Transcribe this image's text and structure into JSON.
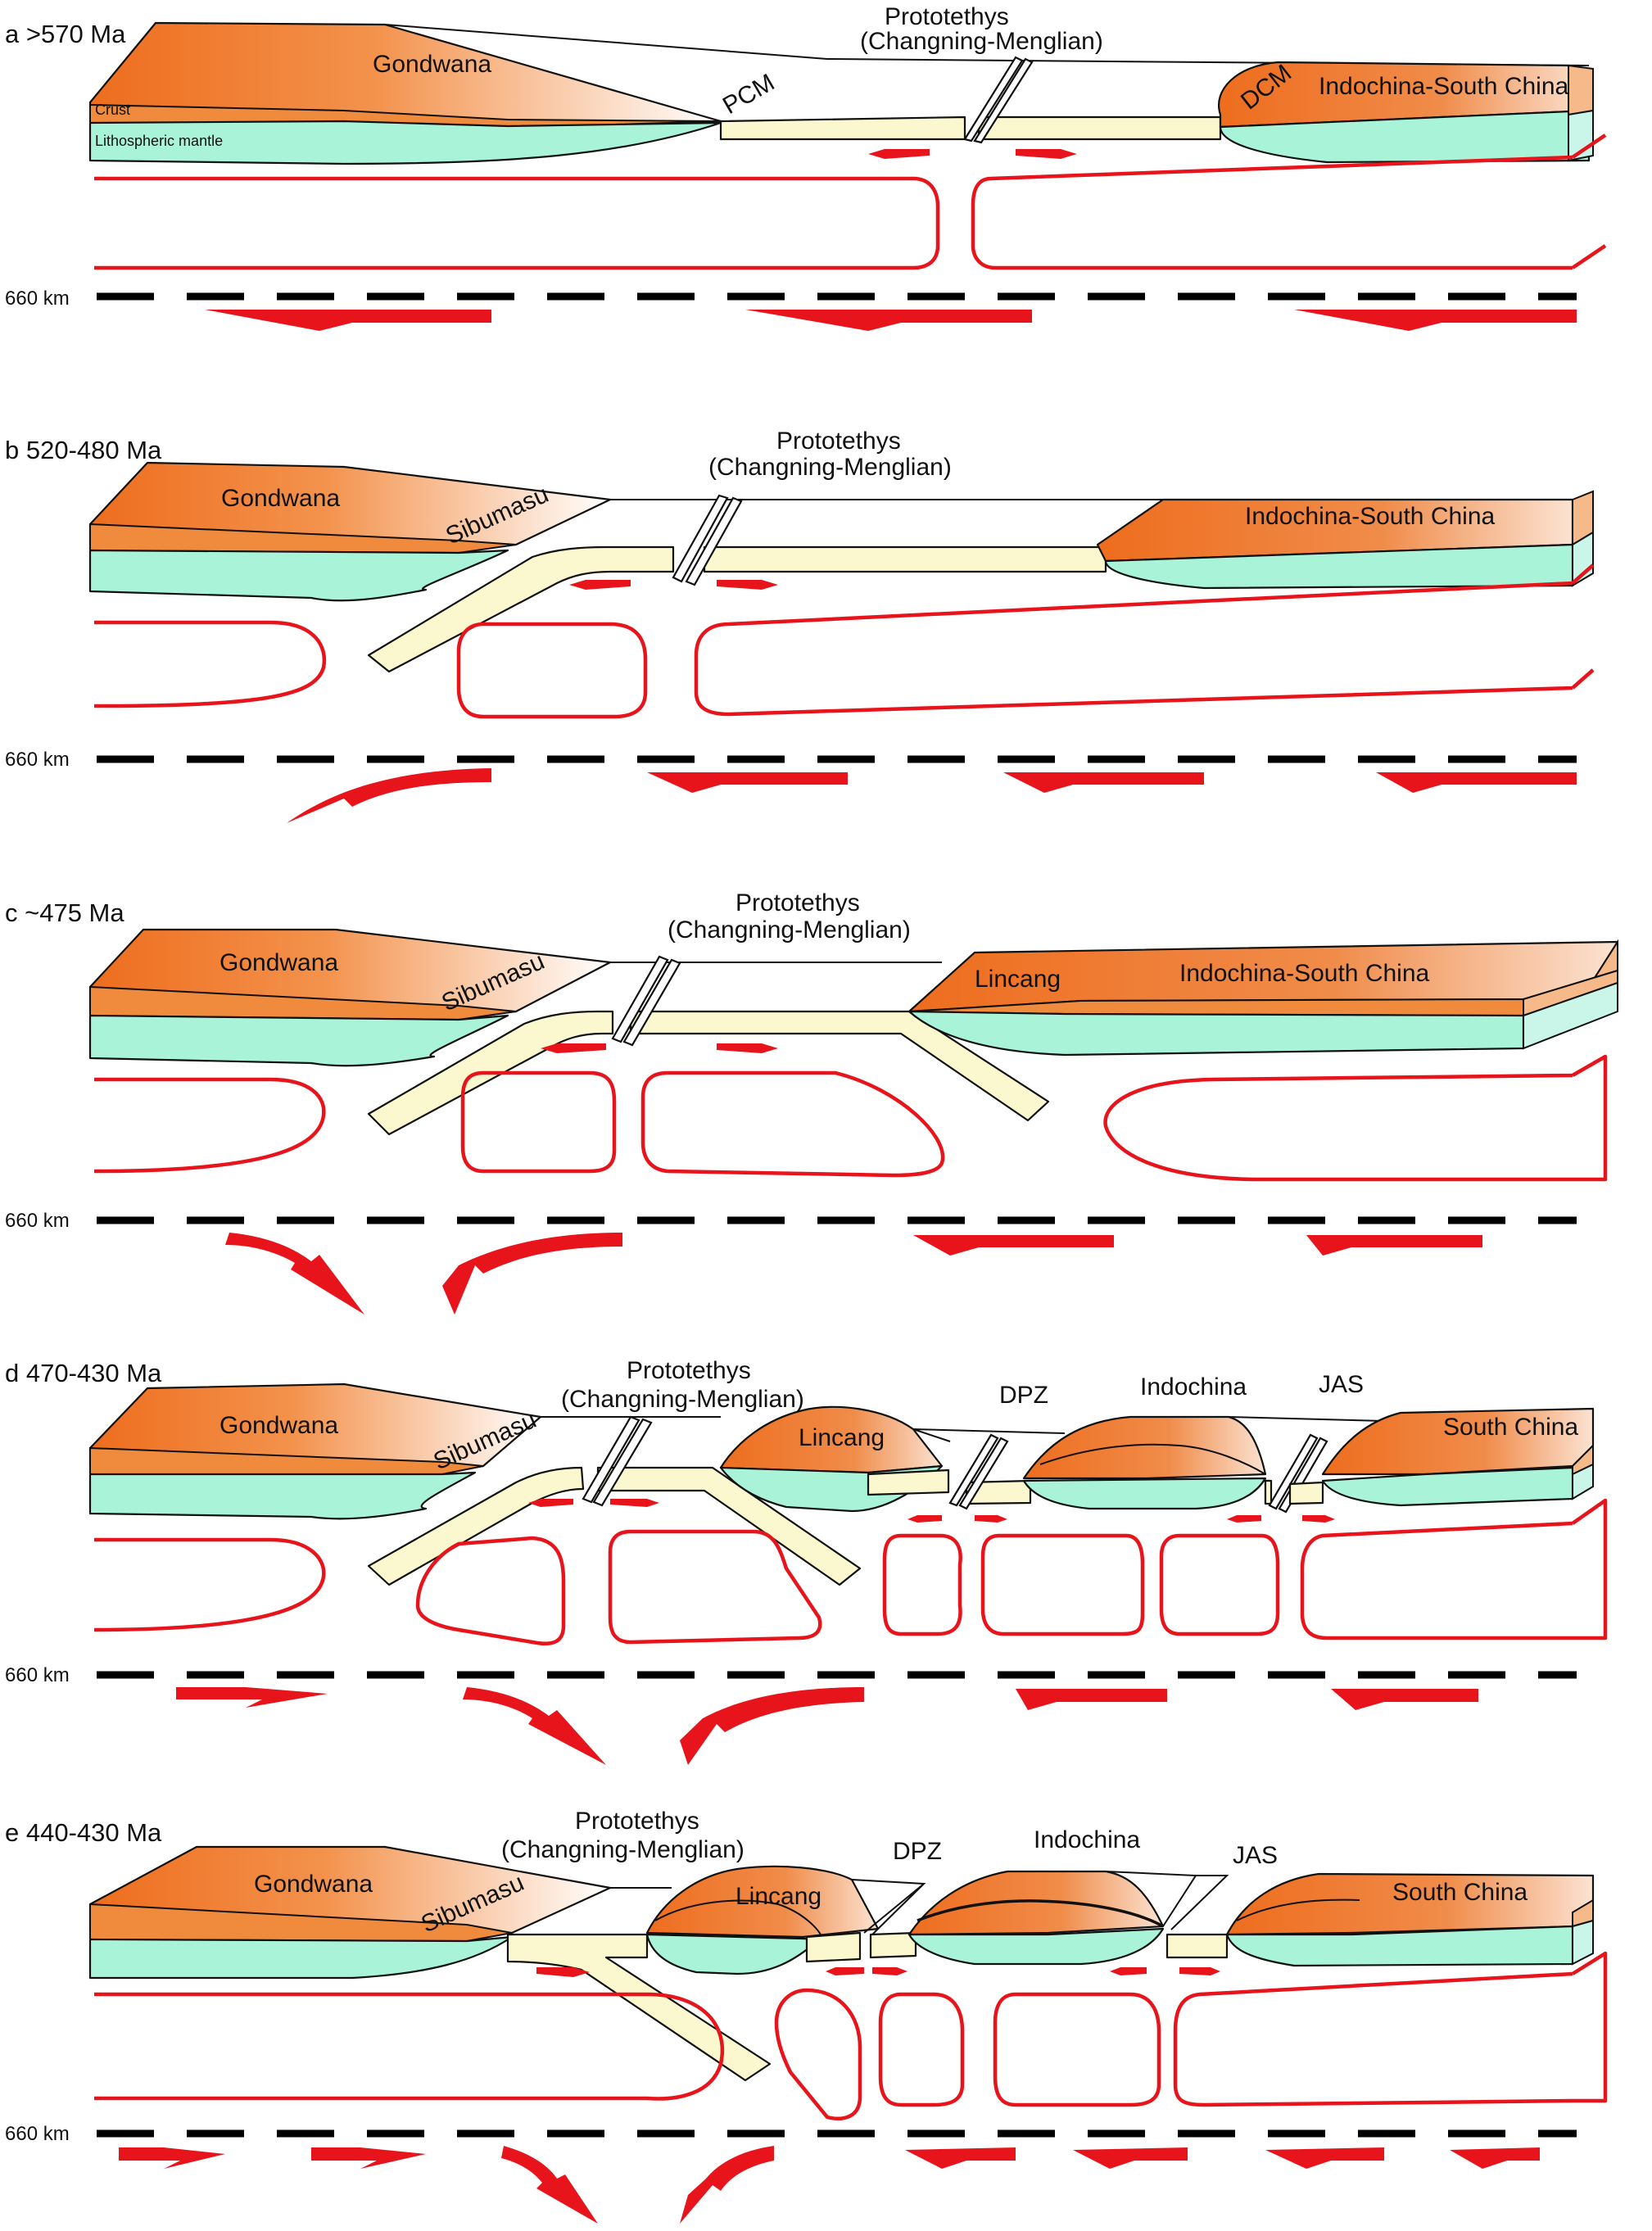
{
  "panels": [
    {
      "id": "a",
      "title": "a >570 Ma",
      "labels": {
        "ocean_name": "Prototethys",
        "ocean_sub": "(Changning-Menglian)",
        "left_block": "Gondwana",
        "right_block": "Indochina-South China",
        "left_margin": "PCM",
        "right_margin": "DCM",
        "legend_crust": "Crust",
        "legend_mantle": "Lithospheric mantle"
      },
      "depth": "660 km"
    },
    {
      "id": "b",
      "title": "b 520-480 Ma",
      "labels": {
        "ocean_name": "Prototethys",
        "ocean_sub": "(Changning-Menglian)",
        "left_block": "Gondwana",
        "left_sub": "Sibumasu",
        "right_block": "Indochina-South China"
      },
      "depth": "660 km"
    },
    {
      "id": "c",
      "title": "c ~475 Ma",
      "labels": {
        "ocean_name": "Prototethys",
        "ocean_sub": "(Changning-Menglian)",
        "left_block": "Gondwana",
        "left_sub": "Sibumasu",
        "lincang": "Lincang",
        "right_block": "Indochina-South China"
      },
      "depth": "660 km"
    },
    {
      "id": "d",
      "title": "d 470-430 Ma",
      "labels": {
        "ocean_name": "Prototethys",
        "ocean_sub": "(Changning-Menglian)",
        "left_block": "Gondwana",
        "left_sub": "Sibumasu",
        "lincang": "Lincang",
        "dpz": "DPZ",
        "indochina": "Indochina",
        "jas": "JAS",
        "south_china": "South China"
      },
      "depth": "660 km"
    },
    {
      "id": "e",
      "title": "e 440-430 Ma",
      "labels": {
        "ocean_name": "Prototethys",
        "ocean_sub": "(Changning-Menglian)",
        "left_block": "Gondwana",
        "left_sub": "Sibumasu",
        "lincang": "Lincang",
        "dpz": "DPZ",
        "indochina": "Indochina",
        "jas": "JAS",
        "south_china": "South China"
      },
      "depth": "660 km"
    }
  ],
  "colors": {
    "crust": "#ee6d1e",
    "lithospheric_mantle": "#a9f3d8",
    "oceanic_slab": "#fbf7cf",
    "convection": "#e8141b",
    "discontinuity": "#000000"
  }
}
